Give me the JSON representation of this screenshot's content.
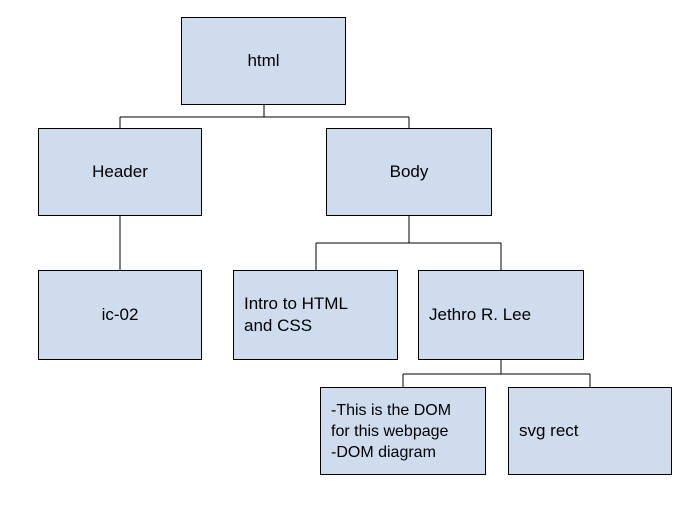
{
  "diagram": {
    "nodes": {
      "html": "html",
      "header": "Header",
      "body": "Body",
      "ic02": "ic-02",
      "intro": "Intro to HTML\nand CSS",
      "jethro": "Jethro R. Lee",
      "dom": "-This is the DOM\nfor this webpage\n-DOM diagram",
      "svg": "svg rect"
    },
    "edges": [
      [
        "html",
        "header"
      ],
      [
        "html",
        "body"
      ],
      [
        "header",
        "ic02"
      ],
      [
        "body",
        "intro"
      ],
      [
        "body",
        "jethro"
      ],
      [
        "jethro",
        "dom"
      ],
      [
        "jethro",
        "svg"
      ]
    ]
  },
  "colors": {
    "node_fill": "#cfdcee",
    "node_border": "#000000",
    "connector": "#000000"
  }
}
